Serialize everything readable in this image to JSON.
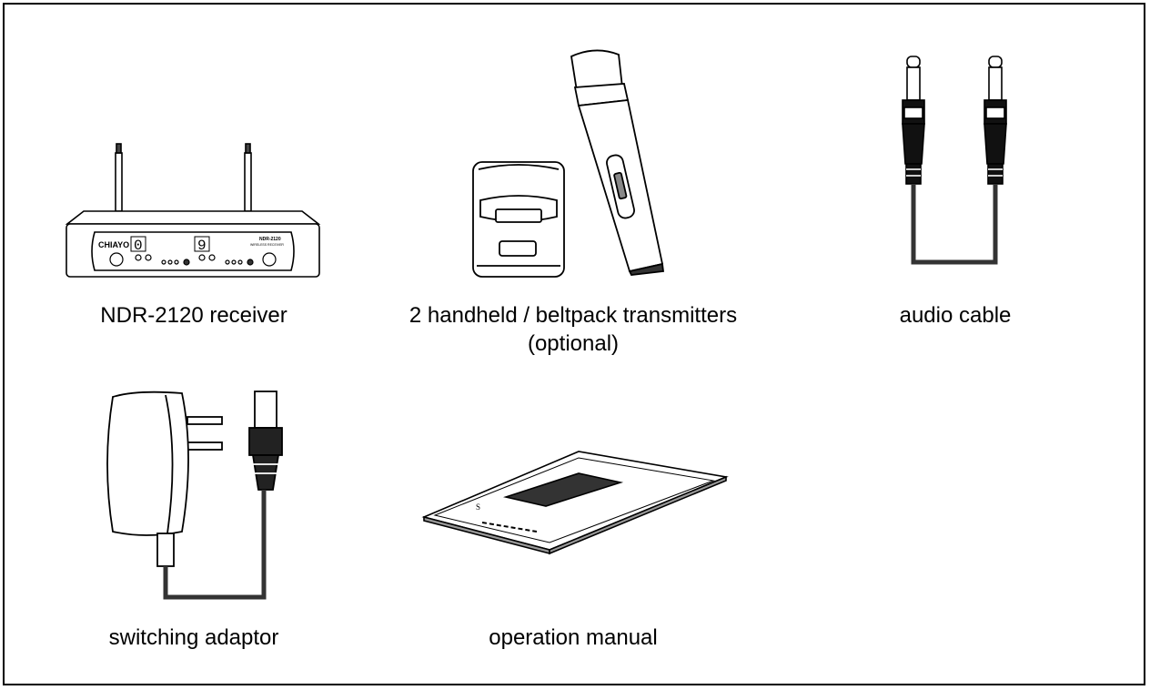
{
  "items": [
    {
      "id": "receiver",
      "caption_lines": [
        "NDR-2120 receiver"
      ]
    },
    {
      "id": "transmitters",
      "caption_lines": [
        "2 handheld / beltpack transmitters",
        "(optional)"
      ]
    },
    {
      "id": "cable",
      "caption_lines": [
        "audio cable"
      ]
    },
    {
      "id": "adaptor",
      "caption_lines": [
        "switching adaptor"
      ]
    },
    {
      "id": "manual",
      "caption_lines": [
        "operation manual"
      ]
    }
  ],
  "receiver_display": {
    "brand": "CHIAYO",
    "model": "NDR-2120",
    "subtitle": "WIRELESS RECEIVER",
    "ch_a": "0",
    "ch_b": "9"
  },
  "manual_cover": {
    "mark": "S"
  }
}
